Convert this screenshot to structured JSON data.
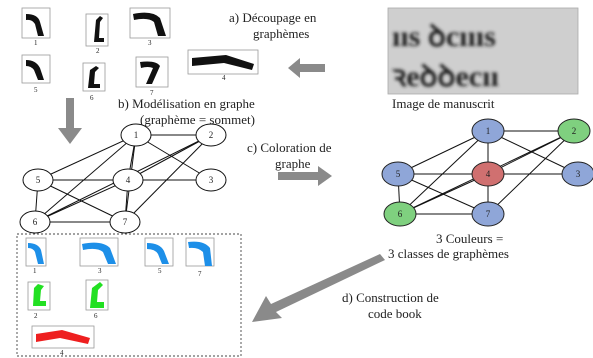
{
  "steps": {
    "a": [
      "a) Découpage en",
      "graphèmes"
    ],
    "b": [
      "b) Modélisation en graphe",
      "(graphème = sommet)"
    ],
    "c": [
      "c) Coloration de",
      "graphe"
    ],
    "d": [
      "d) Construction de",
      "code book"
    ]
  },
  "manuscript_caption": "Image de manuscrit",
  "manuscript_words": [
    "ııs ꝺcıııs",
    "ꝛeꝺꝺecıı"
  ],
  "colors_caption": [
    "3 Couleurs =",
    "3 classes de graphèmes"
  ],
  "grapheme_labels": [
    "1",
    "2",
    "3",
    "5",
    "6",
    "7",
    "4"
  ],
  "graph_nodes": [
    "1",
    "2",
    "5",
    "4",
    "3",
    "6",
    "7"
  ],
  "codebook": {
    "blue": [
      "1",
      "3",
      "5",
      "7"
    ],
    "green": [
      "2",
      "6"
    ],
    "red": [
      "4"
    ]
  },
  "colors": {
    "blue": "#8fa6d8",
    "green": "#7fd07f",
    "red": "#d07070",
    "stroke_blue": "#1d8fe8",
    "stroke_green": "#22e022",
    "stroke_red": "#ee1f1f",
    "arrow": "#8a8a8a"
  }
}
